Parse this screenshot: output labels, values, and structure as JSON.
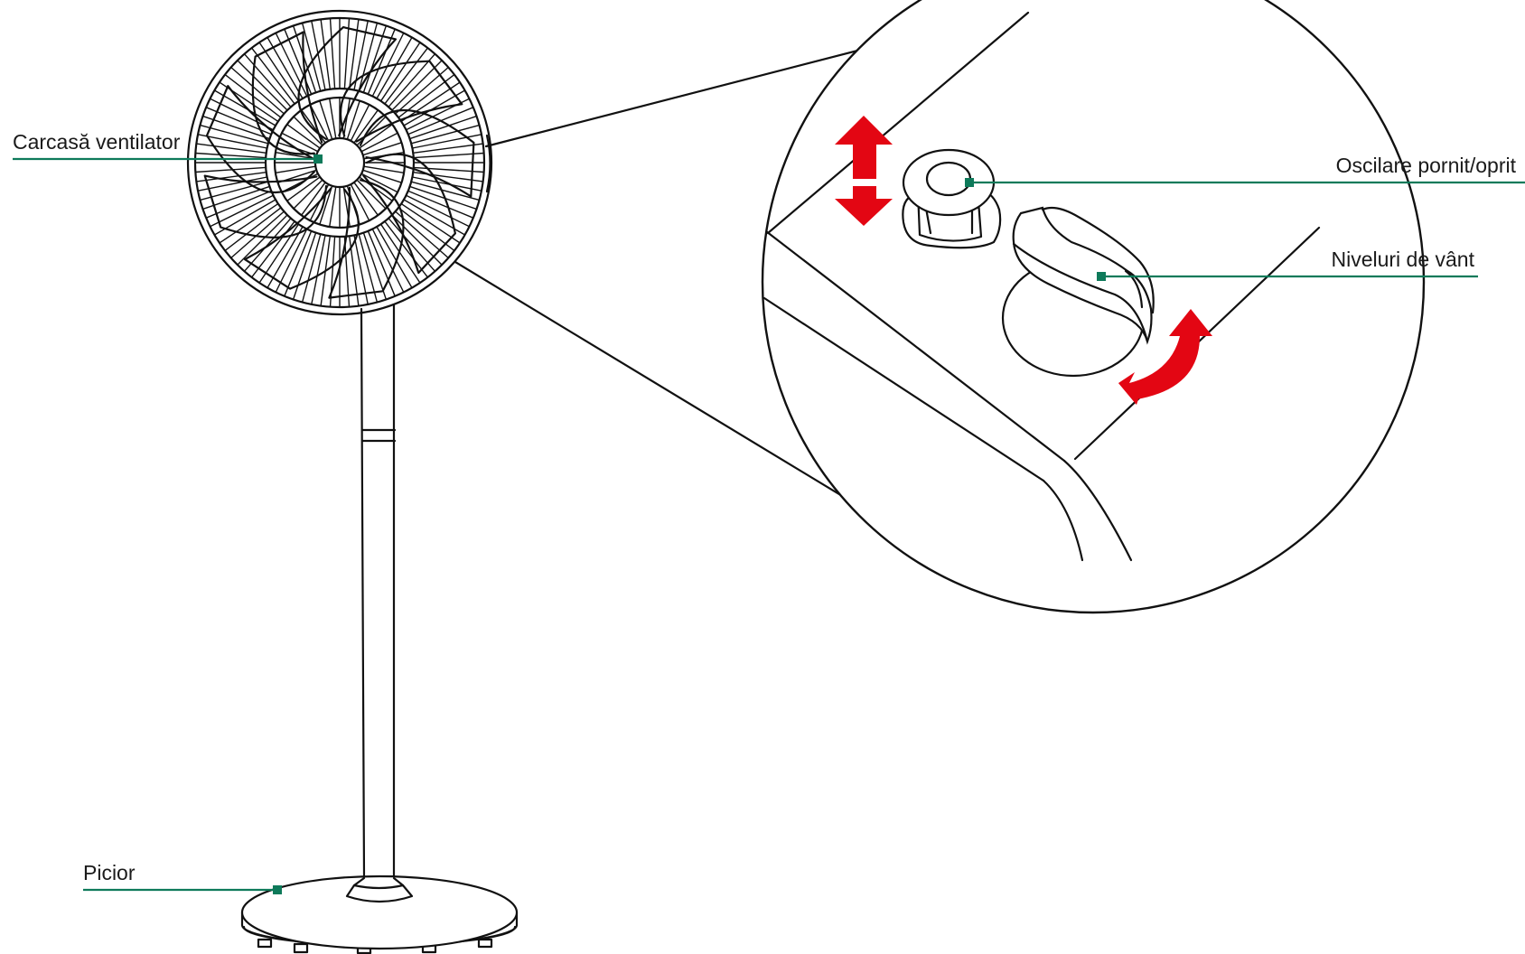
{
  "labels": {
    "fan_housing": "Carcasă ventilator",
    "oscillation": "Oscilare pornit/oprit",
    "wind_levels": "Niveluri de vânt",
    "foot": "Picior"
  },
  "colors": {
    "leader": "#0e7a5a",
    "arrow": "#e30613",
    "ink": "#111111"
  }
}
